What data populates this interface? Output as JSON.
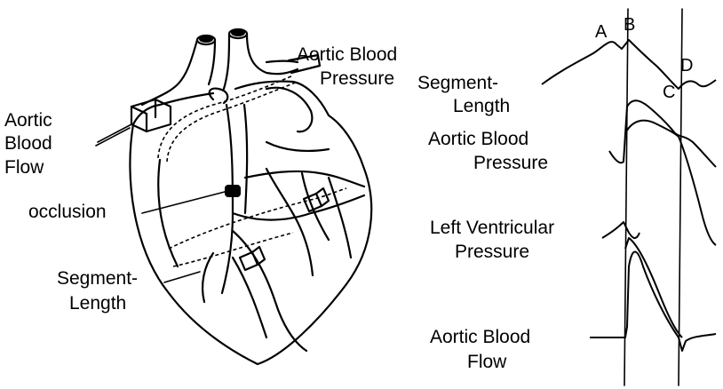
{
  "heart_labels": {
    "aortic_blood_pressure_line1": "Aortic Blood",
    "aortic_blood_pressure_line2": "Pressure",
    "aortic_blood_flow_line1": "Aortic",
    "aortic_blood_flow_line2": "Blood",
    "aortic_blood_flow_line3": "Flow",
    "occlusion": "occlusion",
    "segment_length_line1": "Segment-",
    "segment_length_line2": "Length"
  },
  "trace_labels": {
    "segment_length_line1": "Segment-",
    "segment_length_line2": "Length",
    "aortic_blood_pressure_line1": "Aortic  Blood",
    "aortic_blood_pressure_line2": "Pressure",
    "left_ventricular_pressure_line1": "Left Ventricular",
    "left_ventricular_pressure_line2": "Pressure",
    "aortic_blood_flow_line1": "Aortic Blood",
    "aortic_blood_flow_line2": "Flow"
  },
  "markers": {
    "a": "A",
    "b": "B",
    "c": "C",
    "d": "D"
  }
}
